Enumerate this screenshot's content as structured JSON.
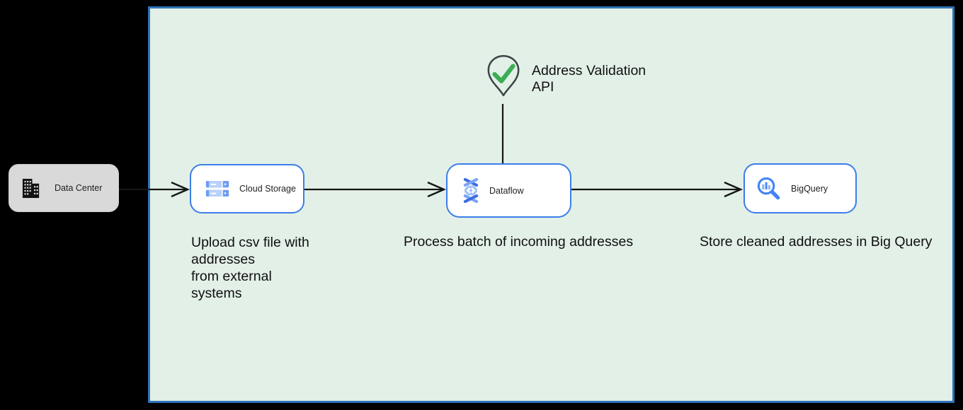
{
  "colors": {
    "page_background": "#000000",
    "boundary_fill": "#e2f0e7",
    "boundary_border": "#2e74b8",
    "node_border_blue": "#3b7de9",
    "data_center_fill": "#d9d9d9",
    "connector": "#151515",
    "pin_outline": "#3f4347",
    "check_green": "#3cad54",
    "icon_blue_dark": "#4285f4",
    "icon_blue_light": "#9fc1f9"
  },
  "nodes": {
    "data_center": {
      "label": "Data Center",
      "icon": "building-icon"
    },
    "cloud_storage": {
      "label": "Cloud Storage",
      "icon": "cloud-storage-bars-icon"
    },
    "dataflow": {
      "label": "Dataflow",
      "icon": "dataflow-helix-icon"
    },
    "bigquery": {
      "label": "BigQuery",
      "icon": "bigquery-magnifier-icon"
    }
  },
  "annotations": {
    "address_validation_api": {
      "label": "Address Validation\nAPI",
      "icon": "map-pin-check-icon"
    },
    "upload_caption": "Upload csv file with\naddresses\nfrom external\nsystems",
    "process_caption": "Process batch of incoming addresses",
    "store_caption": "Store cleaned addresses in Big Query"
  }
}
